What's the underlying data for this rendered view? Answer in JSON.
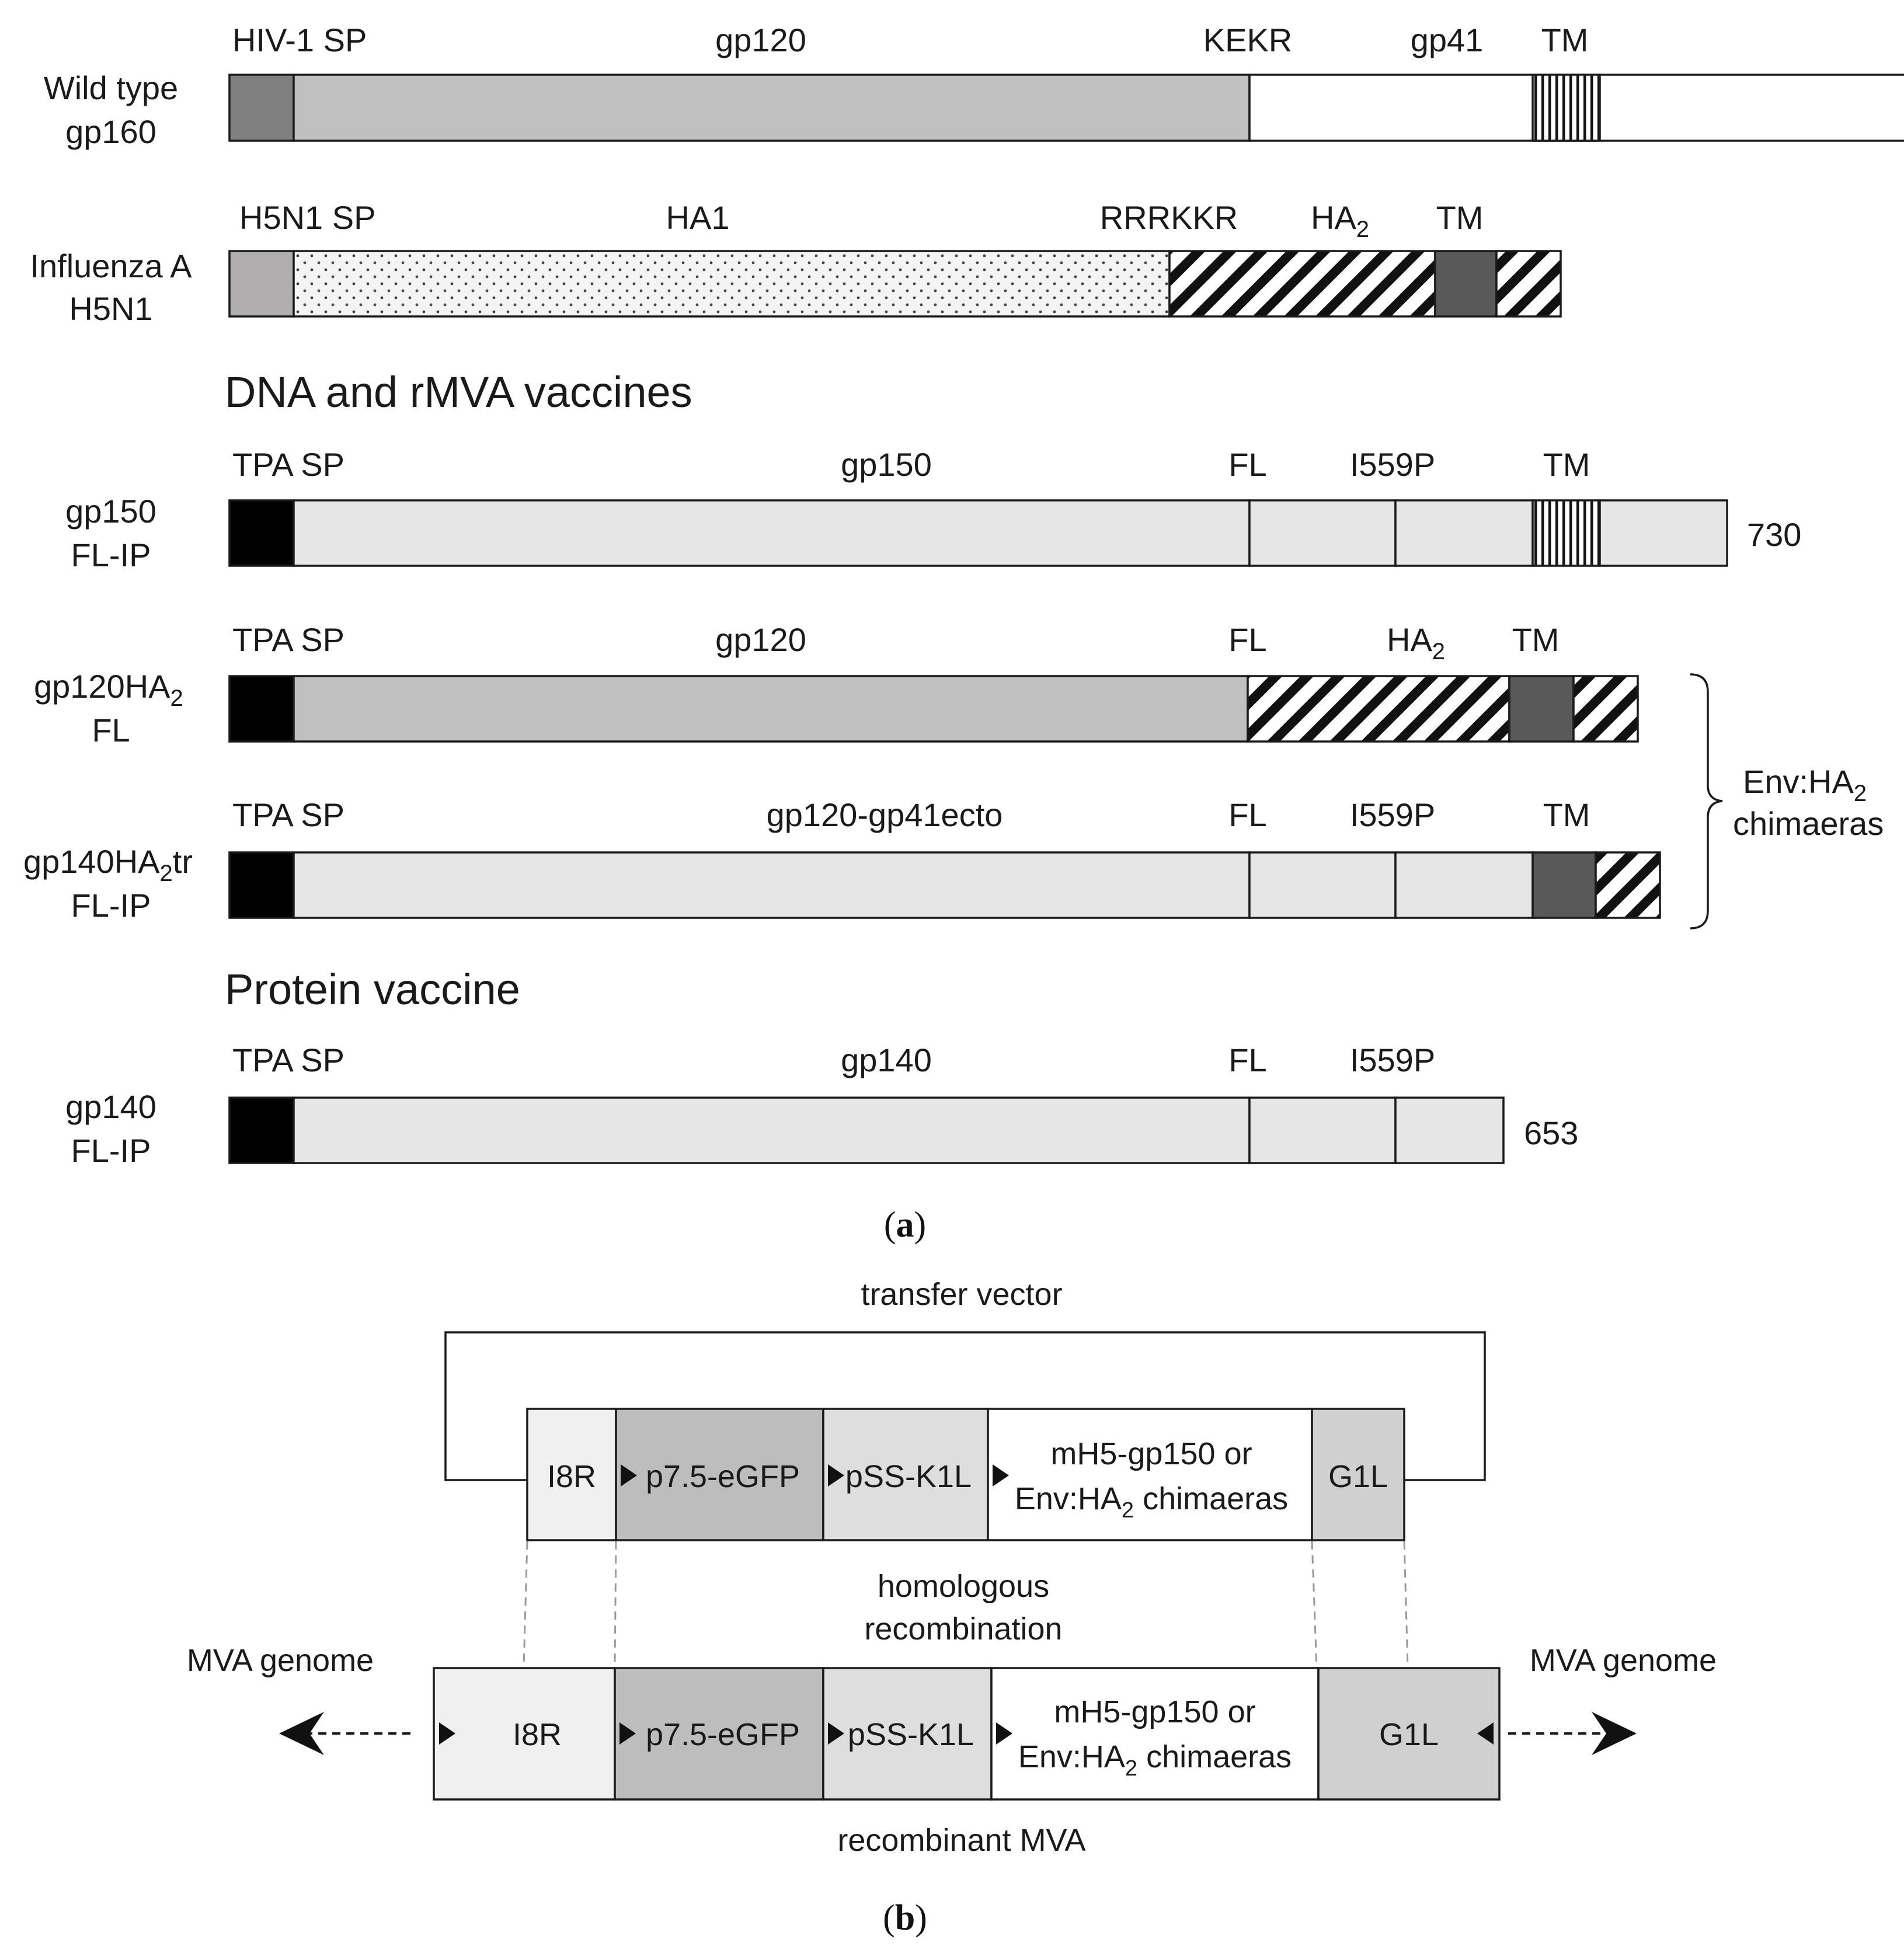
{
  "panel_a": {
    "constructs": {
      "wildtype": {
        "name_line1": "Wild type",
        "name_line2": "gp160",
        "labels": {
          "sp": "HIV-1  SP",
          "domain": "gp120",
          "cleavage": "KEKR",
          "domain2": "gp41",
          "tm": "TM"
        }
      },
      "influenza": {
        "name_line1": "Influenza  A",
        "name_line2": "H5N1",
        "labels": {
          "sp": "H5N1  SP",
          "domain": "HA1",
          "cleavage": "RRRKKR",
          "domain2_main": "HA",
          "domain2_sub": "2",
          "tm": "TM"
        }
      },
      "gp150": {
        "name_line1": "gp150",
        "name_line2": "FL-IP",
        "labels": {
          "sp": "TPA  SP",
          "domain": "gp150",
          "fl": "FL",
          "mut": "I559P",
          "tm": "TM"
        },
        "length": "730"
      },
      "gp120ha2": {
        "name_line1_main": "gp120HA",
        "name_line1_sub": "2",
        "name_line2": "FL",
        "labels": {
          "sp": "TPA  SP",
          "domain": "gp120",
          "fl": "FL",
          "ha2_main": "HA",
          "ha2_sub": "2",
          "tm": "TM"
        }
      },
      "gp140ha2tr": {
        "name_line1_pre": "gp140HA",
        "name_line1_sub": "2",
        "name_line1_post": "tr",
        "name_line2": "FL-IP",
        "labels": {
          "sp": "TPA  SP",
          "domain": "gp120-gp41ecto",
          "fl": "FL",
          "mut": "I559P",
          "tm": "TM"
        }
      },
      "gp140": {
        "name_line1": "gp140",
        "name_line2": "FL-IP",
        "labels": {
          "sp": "TPA  SP",
          "domain": "gp140",
          "fl": "FL",
          "mut": "I559P"
        },
        "length": "653"
      }
    },
    "sections": {
      "dna_rmva": "DNA and rMVA vaccines",
      "protein": "Protein vaccine"
    },
    "bracket_label": {
      "line1_main": "Env:HA",
      "line1_sub": "2",
      "line2": "chimaeras"
    },
    "caption": {
      "open": "(",
      "letter": "a",
      "close": ")"
    }
  },
  "panel_b": {
    "transfer_vector": "transfer vector",
    "homologous_line1": "homologous",
    "homologous_line2": "recombination",
    "recombinant": "recombinant  MVA",
    "mva_genome_left": "MVA genome",
    "mva_genome_right": "MVA genome",
    "segments": {
      "i8r": "I8R",
      "p75": "p7.5-eGFP",
      "pss": "pSS-K1L",
      "insert_line1": "mH5-gp150 or",
      "insert_line2_main": "Env:HA",
      "insert_line2_sub": "2",
      "insert_line2_post": " chimaeras",
      "g1l": "G1L"
    },
    "caption": {
      "open": "(",
      "letter": "b",
      "close": ")"
    }
  },
  "colors": {
    "wt_sp": "#808080",
    "gp120": "#c0c0c0",
    "h5n1_sp": "#b0aeae",
    "tm_dark": "#595959",
    "tpa": "#000000",
    "light": "#e6e6e6",
    "i8r": "#f0f0f0",
    "p75": "#bdbdbd",
    "pss": "#dedede",
    "g1l": "#d0d0d0"
  }
}
